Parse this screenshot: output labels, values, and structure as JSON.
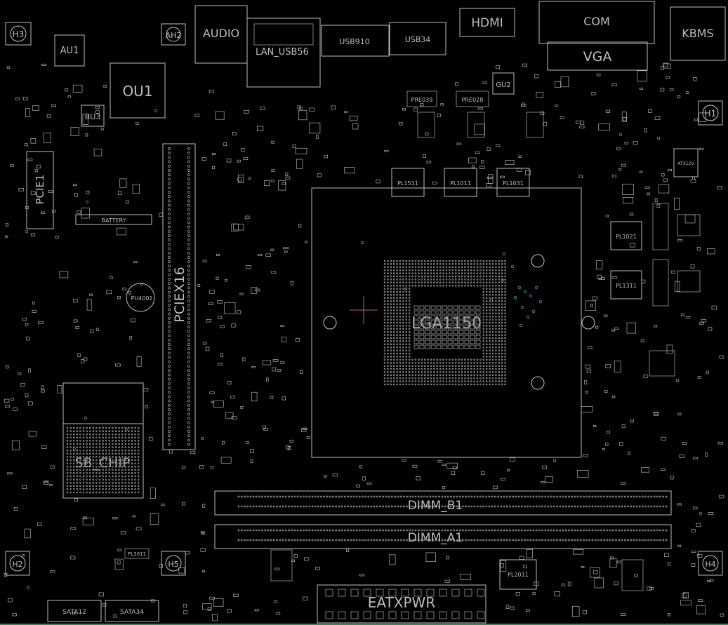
{
  "board": {
    "background": "#000000",
    "outline_color": "#bdbdbd",
    "via_color": "#3aa6b0",
    "marker_color": "#c06060"
  },
  "labels": {
    "h3": "H3",
    "au1": "AU1",
    "ah2": "AH2",
    "audio": "AUDIO",
    "lan_usb56": "LAN_USB56",
    "usb910": "USB910",
    "usb34": "USB34",
    "hdmi": "HDMI",
    "com": "COM",
    "vga": "VGA",
    "kbms": "KBMS",
    "ou1": "OU1",
    "bu3": "BU3",
    "h1": "H1",
    "pcie1": "PCIE1",
    "battery": "BATTERY",
    "pciex16": "PCIEX16",
    "pu4001": "PU4001",
    "pl1511": "PL1511",
    "pl1011": "PL1011",
    "pl1031": "PL1031",
    "pl1021": "PL1021",
    "pl1311": "PL1311",
    "lga": "LGA1150",
    "sb_chip": "SB_CHIP",
    "dimm_b1": "DIMM_B1",
    "dimm_a1": "DIMM_A1",
    "eatxpwr": "EATXPWR",
    "h2": "H2",
    "h5": "H5",
    "h4": "H4",
    "pl2011": "PL2011",
    "pl3011": "PL3011",
    "sata12": "SATA12",
    "sata34": "SATA34",
    "atx12v": "ATX12V",
    "prep039": "PRE039",
    "prep028": "PRE028",
    "gu2": "GU2"
  }
}
